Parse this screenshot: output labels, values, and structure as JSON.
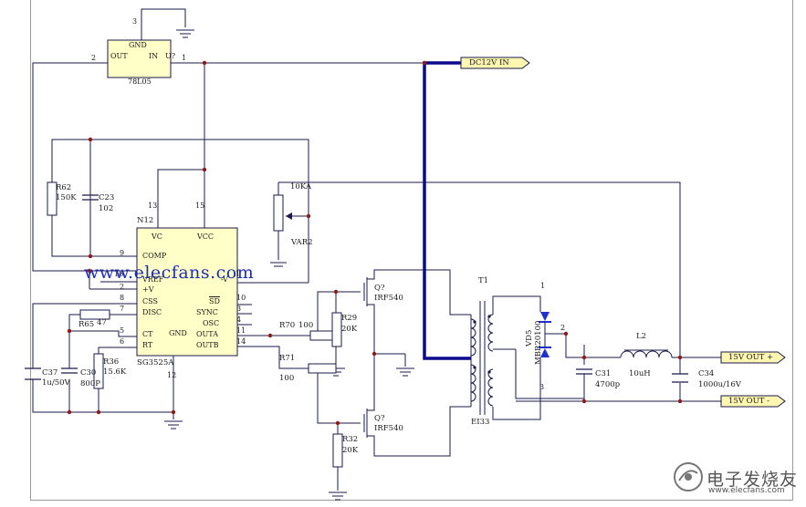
{
  "regulator": {
    "ref": "U?",
    "part": "78L05",
    "pin_gnd": "GND",
    "pin_out": "OUT",
    "pin_in": "IN",
    "pin_num_gnd": "3",
    "pin_num_out": "2",
    "pin_num_in": "1"
  },
  "input_net": "DC12V IN",
  "controller": {
    "ref": "N12",
    "part": "SG3525A",
    "pins_left": [
      {
        "num": "9",
        "name": "COMP"
      },
      {
        "num": "16",
        "name": "VREF"
      },
      {
        "num": "2",
        "name": "+V"
      },
      {
        "num": "8",
        "name": "CSS"
      },
      {
        "num": "7",
        "name": "DISC"
      },
      {
        "num": "5",
        "name": "CT"
      },
      {
        "num": "6",
        "name": "RT"
      }
    ],
    "pins_right": [
      {
        "num": "1",
        "name": "-V"
      },
      {
        "num": "10",
        "name": "SD"
      },
      {
        "num": "3",
        "name": "SYNC"
      },
      {
        "num": "4",
        "name": "OSC"
      },
      {
        "num": "11",
        "name": "OUTA"
      },
      {
        "num": "14",
        "name": "OUTB"
      }
    ],
    "vc": "VC",
    "vcc": "VCC",
    "gnd": "GND",
    "pin_vc": "13",
    "pin_vcc": "15",
    "pin_gnd": "12"
  },
  "components": {
    "r62": {
      "ref": "R62",
      "value": "150K"
    },
    "c23": {
      "ref": "C23",
      "value": "102"
    },
    "var2": {
      "ref": "VAR2",
      "value": "10KA"
    },
    "r65": {
      "ref": "R65",
      "value": "47"
    },
    "r36": {
      "ref": "R36",
      "value": "15.6K"
    },
    "c37": {
      "ref": "C37",
      "value": "1u/50V"
    },
    "c30": {
      "ref": "C30",
      "value": "800P"
    },
    "r70": {
      "ref": "R70",
      "value": "100"
    },
    "r71": {
      "ref": "R71",
      "value": "100"
    },
    "r29": {
      "ref": "R29",
      "value": "20K"
    },
    "r32": {
      "ref": "R32",
      "value": "20K"
    },
    "q1": {
      "ref": "Q?",
      "value": "IRF540"
    },
    "q2": {
      "ref": "Q?",
      "value": "IRF540"
    },
    "t1": {
      "ref": "T1",
      "value": "EI33"
    },
    "vd5": {
      "ref": "VD5",
      "value": "MBR20100",
      "pin1": "1",
      "pin2": "2",
      "pin3": "3"
    },
    "l2": {
      "ref": "L2",
      "value": "10uH"
    },
    "c31": {
      "ref": "C31",
      "value": "4700p"
    },
    "c34": {
      "ref": "C34",
      "value": "1000u/16V"
    }
  },
  "outputs": {
    "pos": "15V OUT +",
    "neg": "15V OUT -"
  },
  "watermark": "www.elecfans.com",
  "logo": {
    "text": "电子发烧友",
    "sub": "www.elecfans.com"
  },
  "colors": {
    "wire": "#1a1a4a",
    "bus": "#0a0a8a",
    "junction": "#8b1a1a",
    "diode": "#1f2fd0",
    "netflag": "#fff7b0",
    "watermark": "#1d2fb3"
  }
}
